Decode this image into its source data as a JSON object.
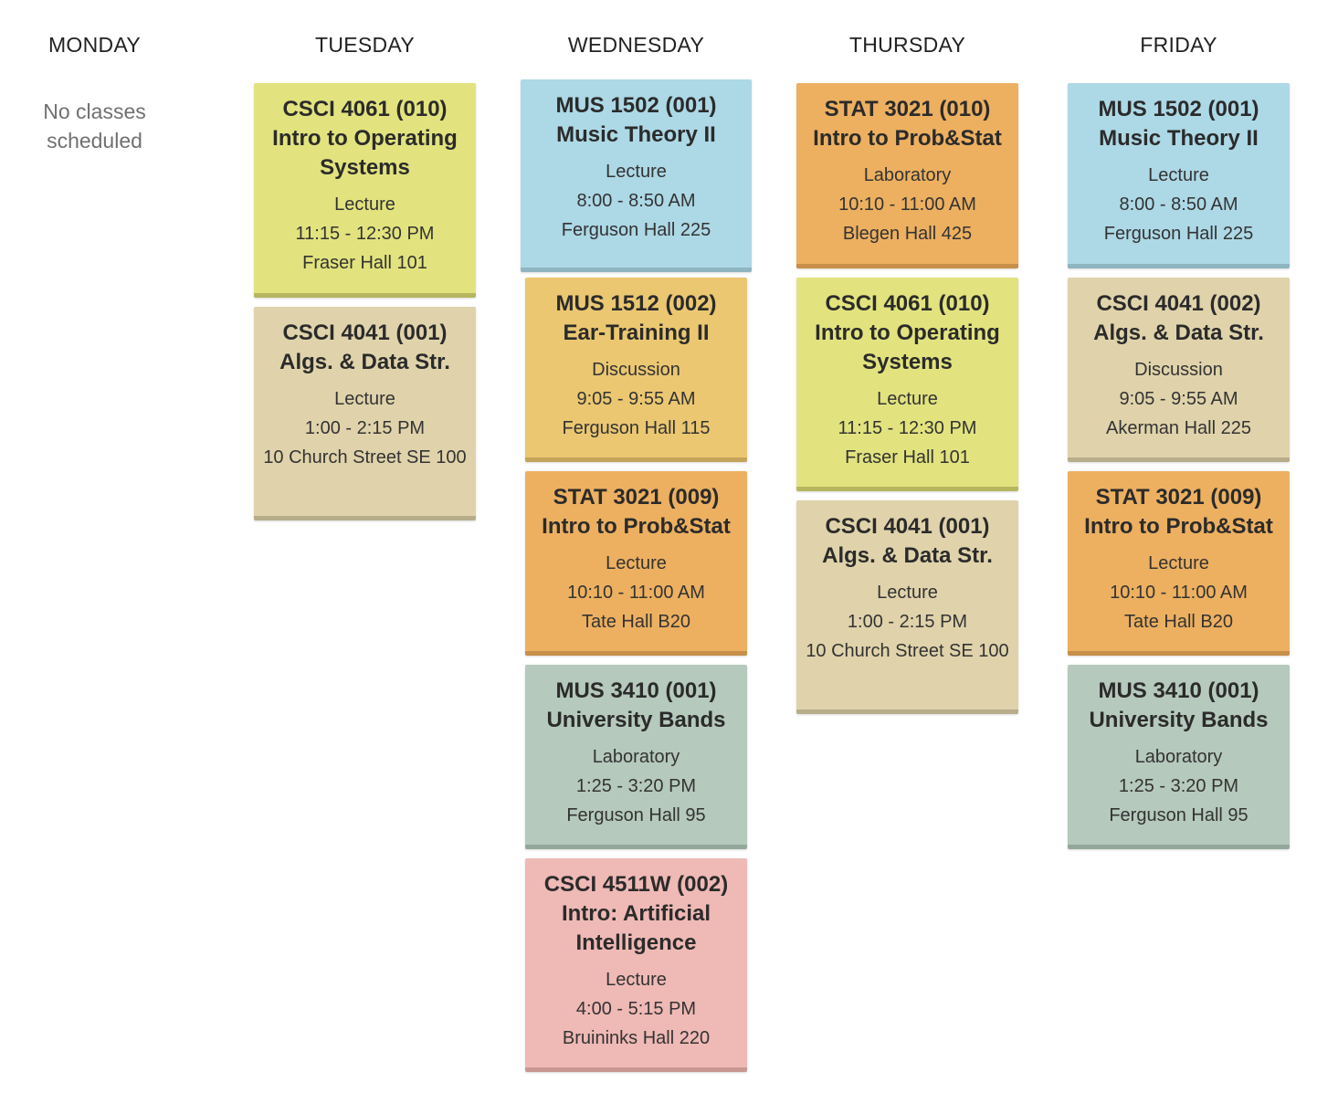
{
  "days": [
    {
      "name": "MONDAY",
      "empty_text": "No classes scheduled"
    },
    {
      "name": "TUESDAY"
    },
    {
      "name": "WEDNESDAY"
    },
    {
      "name": "THURSDAY"
    },
    {
      "name": "FRIDAY"
    }
  ],
  "classes": {
    "tue_0": {
      "course": "CSCI 4061 (010)",
      "title": "Intro to Operating Systems",
      "type": "Lecture",
      "time": "11:15 - 12:30 PM",
      "room": "Fraser Hall 101",
      "color": "#e2e37e"
    },
    "tue_1": {
      "course": "CSCI 4041 (001)",
      "title": "Algs. & Data Str.",
      "type": "Lecture",
      "time": "1:00 - 2:15 PM",
      "room": "10 Church Street SE 100",
      "color": "#e0d3ab"
    },
    "wed_0": {
      "course": "MUS 1502 (001)",
      "title": "Music Theory II",
      "type": "Lecture",
      "time": "8:00 - 8:50 AM",
      "room": "Ferguson Hall 225",
      "color": "#add8e6"
    },
    "wed_1": {
      "course": "MUS 1512 (002)",
      "title": "Ear-Training II",
      "type": "Discussion",
      "time": "9:05 - 9:55 AM",
      "room": "Ferguson Hall 115",
      "color": "#ebc771"
    },
    "wed_2": {
      "course": "STAT 3021 (009)",
      "title": "Intro to Prob&Stat",
      "type": "Lecture",
      "time": "10:10 - 11:00 AM",
      "room": "Tate Hall B20",
      "color": "#edb060"
    },
    "wed_3": {
      "course": "MUS 3410 (001)",
      "title": "University Bands",
      "type": "Laboratory",
      "time": "1:25 - 3:20 PM",
      "room": "Ferguson Hall 95",
      "color": "#b5c9bc"
    },
    "wed_4": {
      "course": "CSCI 4511W (002)",
      "title": "Intro: Artificial Intelligence",
      "type": "Lecture",
      "time": "4:00 - 5:15 PM",
      "room": "Bruininks Hall 220",
      "color": "#efb9b5"
    },
    "thu_0": {
      "course": "STAT 3021 (010)",
      "title": "Intro to Prob&Stat",
      "type": "Laboratory",
      "time": "10:10 - 11:00 AM",
      "room": "Blegen Hall 425",
      "color": "#edb060"
    },
    "thu_1": {
      "course": "CSCI 4061 (010)",
      "title": "Intro to Operating Systems",
      "type": "Lecture",
      "time": "11:15 - 12:30 PM",
      "room": "Fraser Hall 101",
      "color": "#e2e37e"
    },
    "thu_2": {
      "course": "CSCI 4041 (001)",
      "title": "Algs. & Data Str.",
      "type": "Lecture",
      "time": "1:00 - 2:15 PM",
      "room": "10 Church Street SE 100",
      "color": "#e0d3ab"
    },
    "fri_0": {
      "course": "MUS 1502 (001)",
      "title": "Music Theory II",
      "type": "Lecture",
      "time": "8:00 - 8:50 AM",
      "room": "Ferguson Hall 225",
      "color": "#add8e6"
    },
    "fri_1": {
      "course": "CSCI 4041 (002)",
      "title": "Algs. & Data Str.",
      "type": "Discussion",
      "time": "9:05 - 9:55 AM",
      "room": "Akerman Hall 225",
      "color": "#e0d3ab"
    },
    "fri_2": {
      "course": "STAT 3021 (009)",
      "title": "Intro to Prob&Stat",
      "type": "Lecture",
      "time": "10:10 - 11:00 AM",
      "room": "Tate Hall B20",
      "color": "#edb060"
    },
    "fri_3": {
      "course": "MUS 3410 (001)",
      "title": "University Bands",
      "type": "Laboratory",
      "time": "1:25 - 3:20 PM",
      "room": "Ferguson Hall 95",
      "color": "#b5c9bc"
    }
  }
}
